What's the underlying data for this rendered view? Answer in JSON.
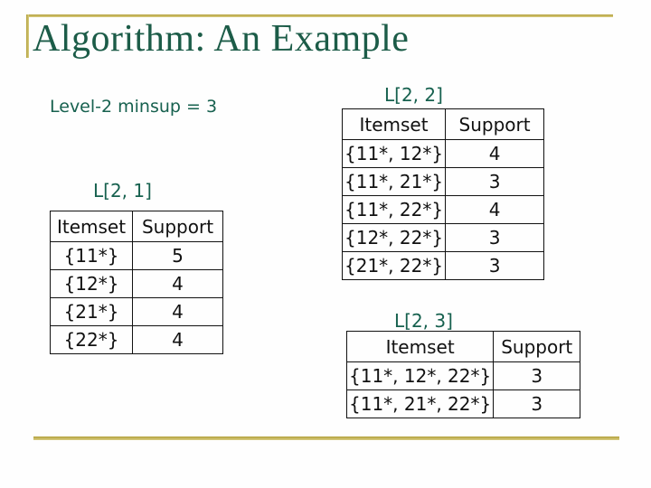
{
  "slide": {
    "title": "Algorithm: An Example",
    "note": "Level-2 minsup = 3"
  },
  "colors": {
    "background": "#fefefe",
    "accent_gold": "#b2a03c",
    "accent_gold_light": "#d9cd80",
    "title_green": "#1c5c48",
    "text_green": "#17614f",
    "table_ink": "#111111"
  },
  "tables": [
    {
      "label": "L[2, 1]",
      "headers": [
        "Itemset",
        "Support"
      ],
      "rows": [
        [
          "{11*}",
          "5"
        ],
        [
          "{12*}",
          "4"
        ],
        [
          "{21*}",
          "4"
        ],
        [
          "{22*}",
          "4"
        ]
      ]
    },
    {
      "label": "L[2, 2]",
      "headers": [
        "Itemset",
        "Support"
      ],
      "rows": [
        [
          "{11*, 12*}",
          "4"
        ],
        [
          "{11*, 21*}",
          "3"
        ],
        [
          "{11*, 22*}",
          "4"
        ],
        [
          "{12*, 22*}",
          "3"
        ],
        [
          "{21*, 22*}",
          "3"
        ]
      ]
    },
    {
      "label": "L[2, 3]",
      "headers": [
        "Itemset",
        "Support"
      ],
      "rows": [
        [
          "{11*, 12*, 22*}",
          "3"
        ],
        [
          "{11*, 21*, 22*}",
          "3"
        ]
      ]
    }
  ]
}
